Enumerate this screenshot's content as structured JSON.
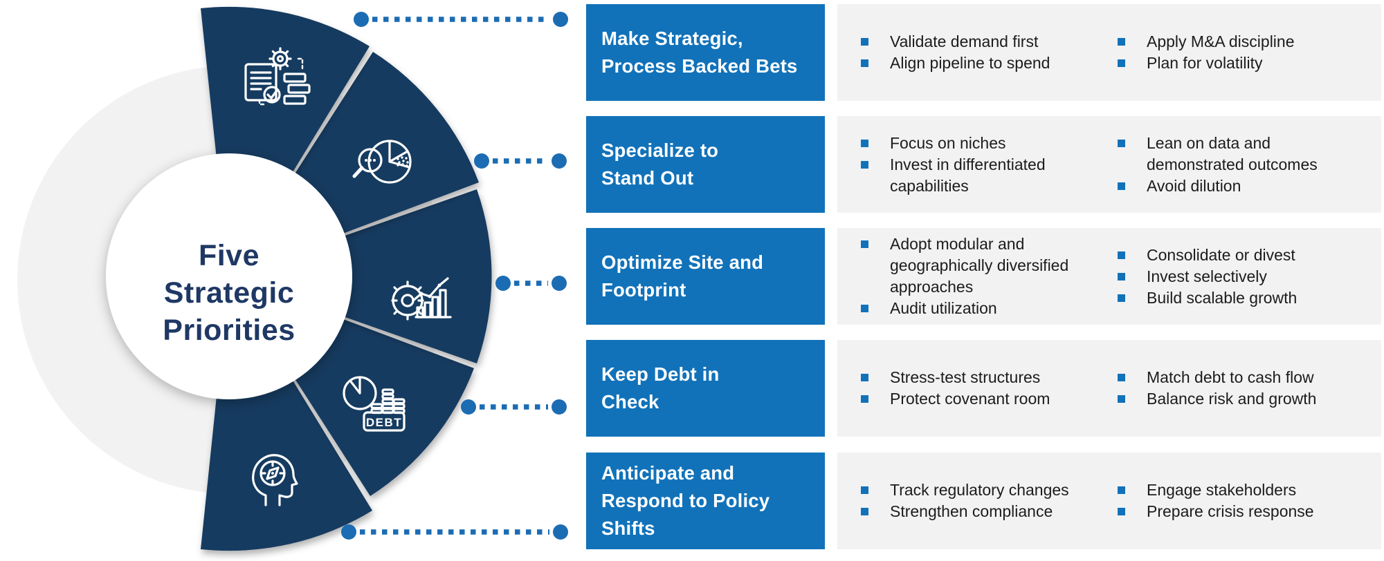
{
  "title": {
    "center_label": "Five\nStrategic\nPriorities"
  },
  "colors": {
    "navy": "#163a60",
    "header_blue": "#1172b9",
    "connector_blue": "#1b6cb3",
    "panel_gray": "#f2f2f3",
    "circle_gray": "#f2f2f2",
    "title_navy": "#1f3864",
    "bullet_text": "#1c1c1c"
  },
  "rows": [
    {
      "title": "Make Strategic,\nProcess Backed Bets",
      "icon": "process-document-gear-icon",
      "col1": [
        "Validate demand first",
        "Align pipeline to spend"
      ],
      "col2": [
        "Apply M&A discipline",
        "Plan for volatility"
      ]
    },
    {
      "title": "Specialize to\nStand Out",
      "icon": "magnifier-pie-chart-icon",
      "col1": [
        "Focus on niches",
        "Invest in differentiated capabilities"
      ],
      "col2": [
        "Lean on data and demonstrated outcomes",
        "Avoid dilution"
      ]
    },
    {
      "title": "Optimize Site and\nFootprint",
      "icon": "gear-bar-chart-icon",
      "col1": [
        "Adopt modular and geographically diversified approaches",
        "Audit utilization"
      ],
      "col2": [
        "Consolidate or divest",
        "Invest selectively",
        "Build scalable growth"
      ]
    },
    {
      "title": "Keep Debt in\nCheck",
      "icon": "pie-coins-debt-icon",
      "icon_label": "DEBT",
      "col1": [
        "Stress-test structures",
        "Protect covenant room"
      ],
      "col2": [
        "Match debt to cash flow",
        "Balance risk and growth"
      ]
    },
    {
      "title": "Anticipate and\nRespond to Policy\nShifts",
      "icon": "head-compass-icon",
      "col1": [
        "Track regulatory changes",
        "Strengthen compliance"
      ],
      "col2": [
        "Engage stakeholders",
        "Prepare crisis response"
      ]
    }
  ]
}
